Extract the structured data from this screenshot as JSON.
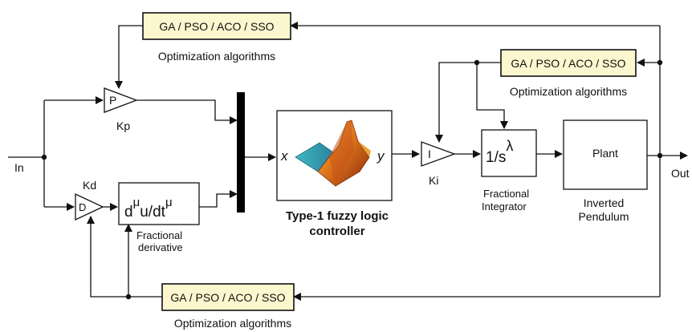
{
  "optimizer_box_text": "GA / PSO / ACO / SSO",
  "optimizer_caption": "Optimization algorithms",
  "input_label": "In",
  "output_label": "Out",
  "gain_p": {
    "glyph": "P",
    "caption": "Kp"
  },
  "gain_d": {
    "glyph": "D",
    "caption": "Kd"
  },
  "gain_i": {
    "glyph": "I",
    "caption": "Ki"
  },
  "fractional_derivative": {
    "base1": "d",
    "sup1": "μ",
    "base2": "u/dt",
    "sup2": "μ",
    "caption_line1": "Fractional",
    "caption_line2": "derivative"
  },
  "fuzzy_controller": {
    "in_port": "x",
    "out_port": "y",
    "caption_line1": "Type-1 fuzzy logic",
    "caption_line2": "controller"
  },
  "fractional_integrator": {
    "base": "1/s",
    "sup": "λ",
    "caption_line1": "Fractional",
    "caption_line2": "Integrator"
  },
  "plant": {
    "title": "Plant",
    "caption_line1": "Inverted",
    "caption_line2": "Pendulum"
  }
}
